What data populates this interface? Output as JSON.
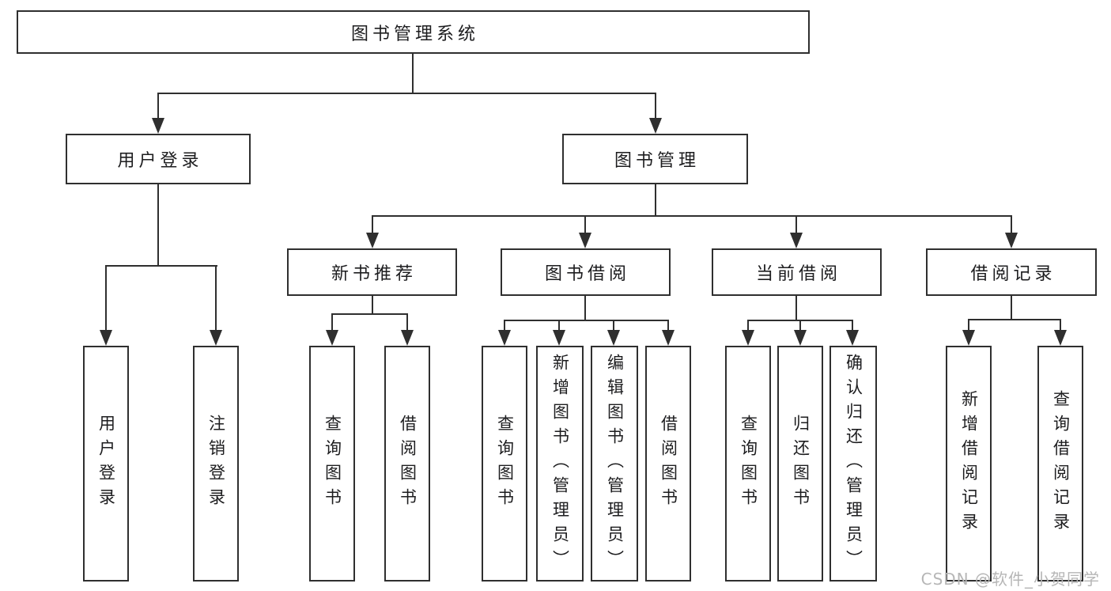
{
  "tree": {
    "root": {
      "label": "图书管理系统",
      "children": [
        {
          "label": "用户登录",
          "children": [
            {
              "label": "用户登录"
            },
            {
              "label": "注销登录"
            }
          ]
        },
        {
          "label": "图书管理",
          "children": [
            {
              "label": "新书推荐",
              "children": [
                {
                  "label": "查询图书"
                },
                {
                  "label": "借阅图书"
                }
              ]
            },
            {
              "label": "图书借阅",
              "children": [
                {
                  "label": "查询图书"
                },
                {
                  "label": "新增图书（管理员）"
                },
                {
                  "label": "编辑图书（管理员）"
                },
                {
                  "label": "借阅图书"
                }
              ]
            },
            {
              "label": "当前借阅",
              "children": [
                {
                  "label": "查询图书"
                },
                {
                  "label": "归还图书"
                },
                {
                  "label": "确认归还（管理员）"
                }
              ]
            },
            {
              "label": "借阅记录",
              "children": [
                {
                  "label": "新增借阅记录"
                },
                {
                  "label": "查询借阅记录"
                }
              ]
            }
          ]
        }
      ]
    }
  },
  "watermark": {
    "text": "CSDN @软件_小贺同学"
  },
  "colors": {
    "line": "#2f2f2f",
    "text": "#1d1d1f",
    "watermark": "#b6b6b6",
    "background": "#ffffff"
  }
}
